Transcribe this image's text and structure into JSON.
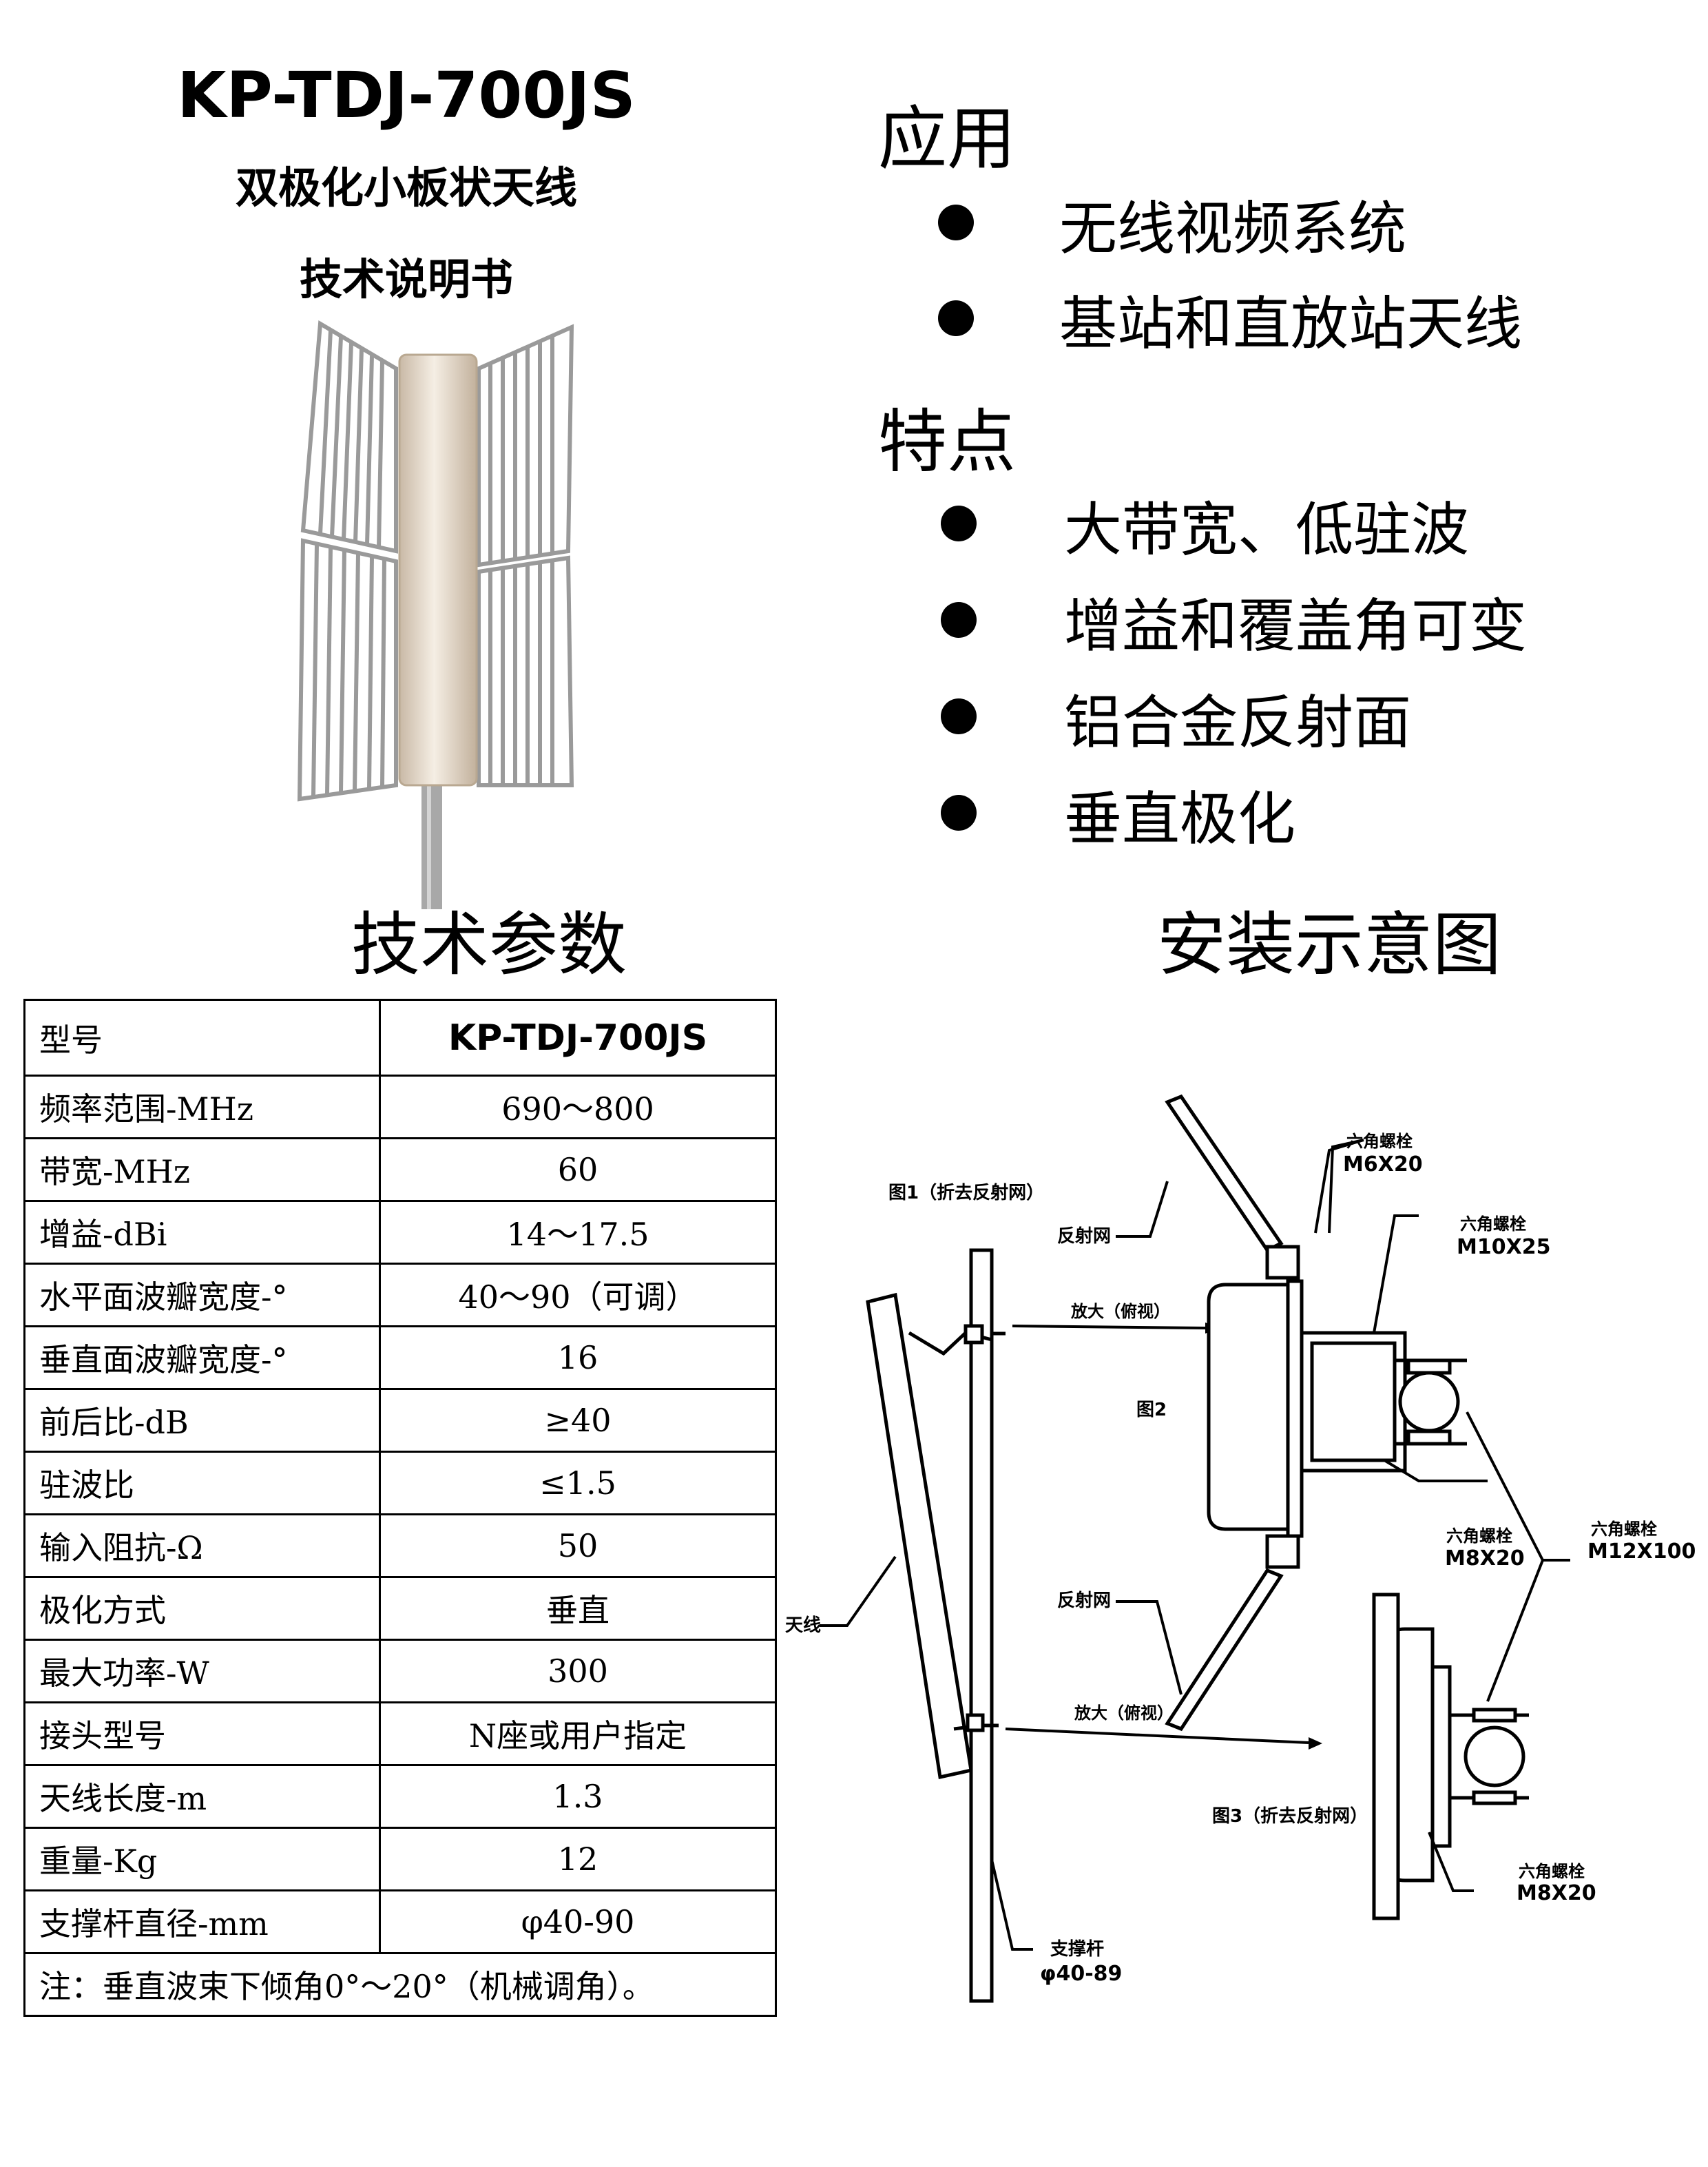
{
  "header": {
    "model": "KP-TDJ-700JS",
    "subtitle": "双极化小板状天线",
    "manual": "技术说明书"
  },
  "applications": {
    "heading": "应用",
    "items": [
      "无线视频系统",
      "基站和直放站天线"
    ]
  },
  "features": {
    "heading": "特点",
    "items": [
      "大带宽、低驻波",
      "增益和覆盖角可变",
      "铝合金反射面",
      "垂直极化"
    ]
  },
  "spec_heading": "技术参数",
  "install_heading": "安装示意图",
  "specs": {
    "rows": [
      {
        "label": "型号",
        "value": "KP-TDJ-700JS"
      },
      {
        "label": "频率范围-MHz",
        "value": "690～800"
      },
      {
        "label": "带宽-MHz",
        "value": "60"
      },
      {
        "label": "增益-dBi",
        "value": "14～17.5"
      },
      {
        "label": "水平面波瓣宽度-°",
        "value": "40～90（可调）"
      },
      {
        "label": "垂直面波瓣宽度-°",
        "value": "16"
      },
      {
        "label": "前后比-dB",
        "value": "≥40"
      },
      {
        "label": "驻波比",
        "value": "≤1.5"
      },
      {
        "label": "输入阻抗-Ω",
        "value": "50"
      },
      {
        "label": "极化方式",
        "value": "垂直"
      },
      {
        "label": "最大功率-W",
        "value": "300"
      },
      {
        "label": "接头型号",
        "value": "N座或用户指定"
      },
      {
        "label": "天线长度-m",
        "value": "1.3"
      },
      {
        "label": "重量-Kg",
        "value": "12"
      },
      {
        "label": "支撑杆直径-mm",
        "value": "φ40-90"
      }
    ],
    "note": "注：垂直波束下倾角0°～20°（机械调角）。"
  },
  "diagram": {
    "fig1": "图1（折去反射网）",
    "reflector_top": "反射网",
    "reflector_bottom": "反射网",
    "magnify_top": "放大（俯视）",
    "magnify_bottom": "放大（俯视）",
    "fig2": "图2",
    "fig3": "图3（折去反射网）",
    "antenna": "天线",
    "pole": "支撑杆",
    "pole_dim": "φ40-89",
    "bolt_label": "六角螺栓",
    "bolt_m6": "M6X20",
    "bolt_m10": "M10X25",
    "bolt_m8_a": "M8X20",
    "bolt_m12": "M12X100",
    "bolt_m8_b": "M8X20"
  }
}
